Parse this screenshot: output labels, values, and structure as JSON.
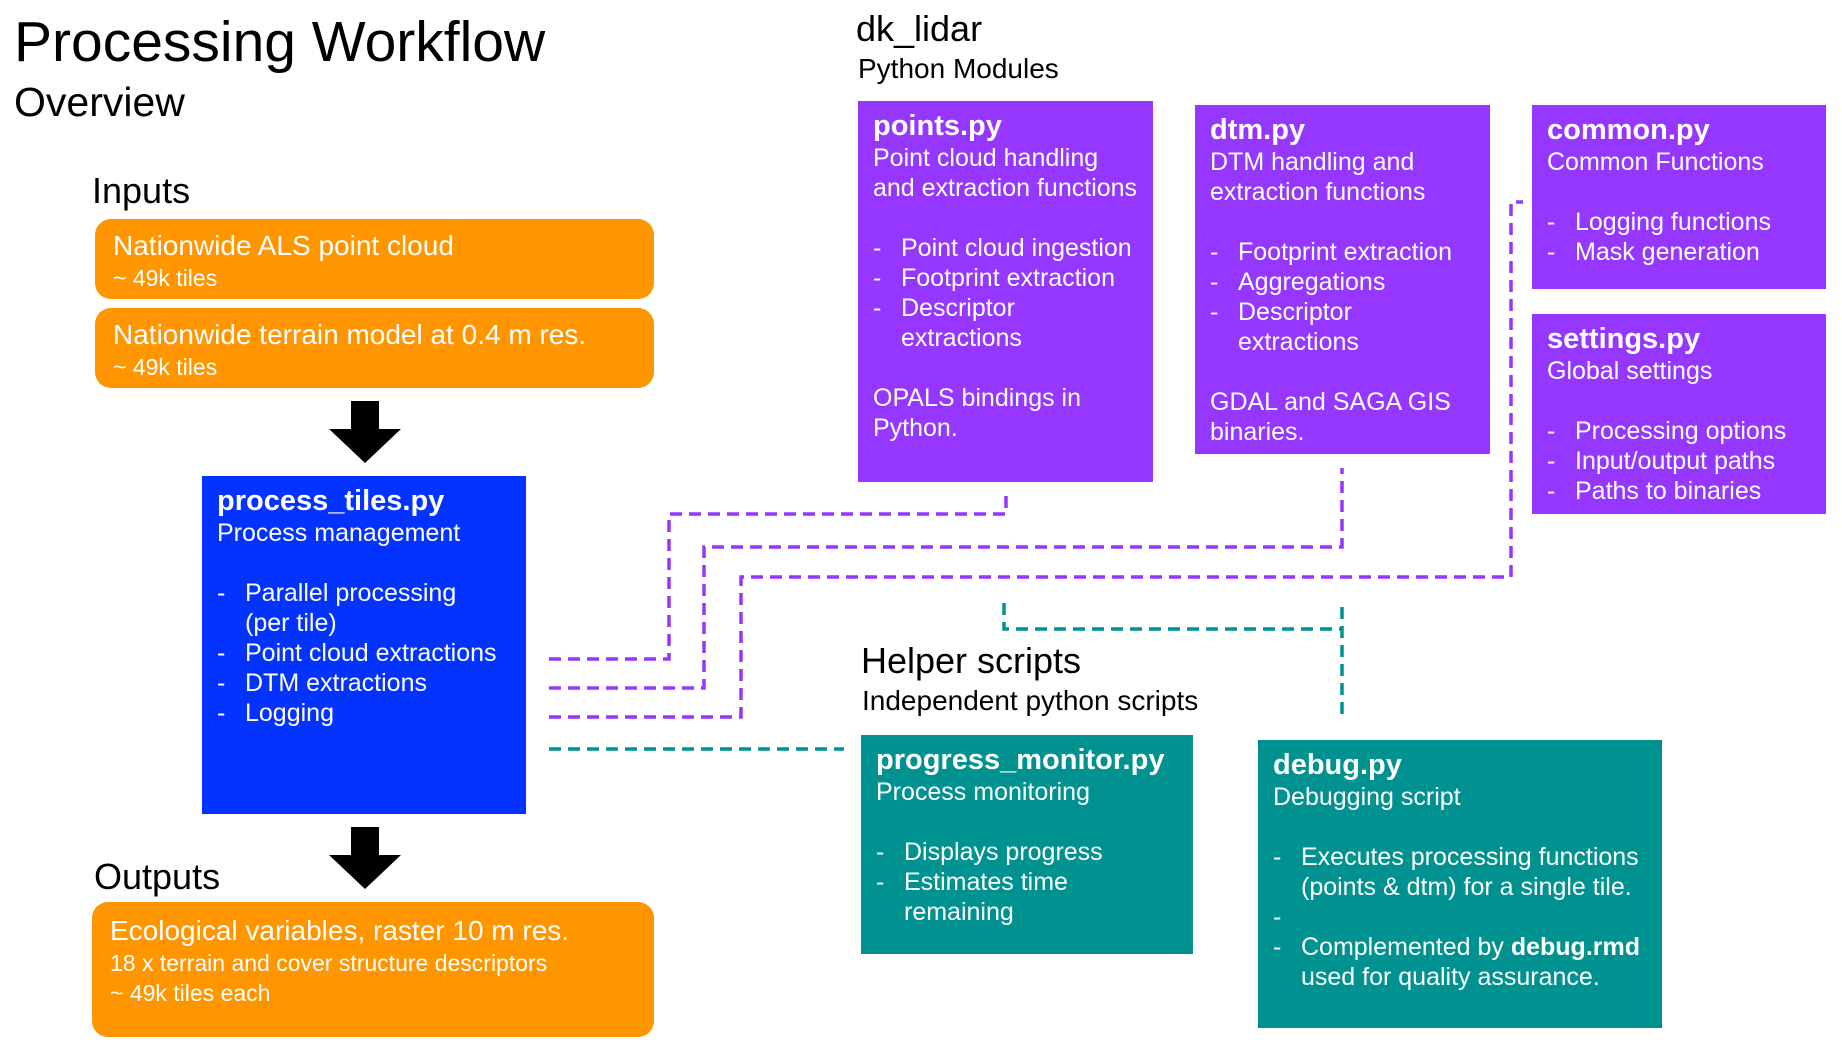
{
  "header": {
    "title": "Processing Workflow",
    "subtitle": "Overview"
  },
  "colors": {
    "input_output": "#ff9600",
    "main_script": "#0433ff",
    "module": "#9537ff",
    "helper": "#009191"
  },
  "inputs": {
    "label": "Inputs",
    "items": [
      {
        "main": "Nationwide ALS point cloud",
        "detail": "~ 49k tiles"
      },
      {
        "main": "Nationwide terrain model at 0.4 m res.",
        "detail": "~ 49k tiles"
      }
    ]
  },
  "process_tiles": {
    "name": "process_tiles.py",
    "desc": "Process management",
    "bullets": [
      "Parallel processing (per tile)",
      "Point cloud extractions",
      "DTM extractions",
      "Logging"
    ]
  },
  "outputs": {
    "label": "Outputs",
    "main": "Ecological variables, raster 10 m res.",
    "line2": "18 x terrain and cover structure descriptors",
    "line3": "~ 49k tiles each"
  },
  "modules": {
    "label": "dk_lidar",
    "sublabel": "Python Modules",
    "points": {
      "name": "points.py",
      "desc": "Point cloud handling and extraction functions",
      "bullets": [
        "Point cloud ingestion",
        "Footprint extraction",
        "Descriptor extractions"
      ],
      "note": "OPALS bindings in Python."
    },
    "dtm": {
      "name": "dtm.py",
      "desc": "DTM handling and extraction functions",
      "bullets": [
        "Footprint extraction",
        "Aggregations",
        "Descriptor extractions"
      ],
      "note": "GDAL and SAGA GIS binaries."
    },
    "common": {
      "name": "common.py",
      "desc": "Common Functions",
      "bullets": [
        "Logging functions",
        "Mask generation"
      ]
    },
    "settings": {
      "name": "settings.py",
      "desc": "Global settings",
      "bullets": [
        "Processing options",
        "Input/output paths",
        "Paths to binaries"
      ]
    }
  },
  "helpers": {
    "label": "Helper scripts",
    "sublabel": "Independent python scripts",
    "progress_monitor": {
      "name": "progress_monitor.py",
      "desc": "Process monitoring",
      "bullets": [
        "Displays progress",
        "Estimates time remaining"
      ]
    },
    "debug": {
      "name": "debug.py",
      "desc": "Debugging script",
      "bullet1": "Executes processing functions (points & dtm) for a single tile.",
      "bullet2_prefix": "Complemented by ",
      "bullet2_bold": "debug.rmd",
      "bullet2_suffix": " used for quality assurance."
    }
  }
}
